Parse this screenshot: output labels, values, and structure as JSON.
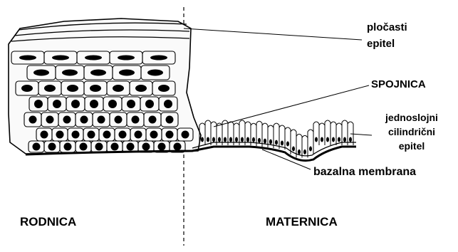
{
  "labels": {
    "plocasti_line1": "pločasti",
    "plocasti_line2": "epitel",
    "spojnica": "SPOJNICA",
    "cilindricni_line1": "jednoslojni",
    "cilindricni_line2": "cilindrični",
    "cilindricni_line3": "epitel",
    "bazalna": "bazalna membrana",
    "rodnica": "RODNICA",
    "maternica": "MATERNICA"
  },
  "colors": {
    "ink": "#000000",
    "background": "#ffffff"
  }
}
